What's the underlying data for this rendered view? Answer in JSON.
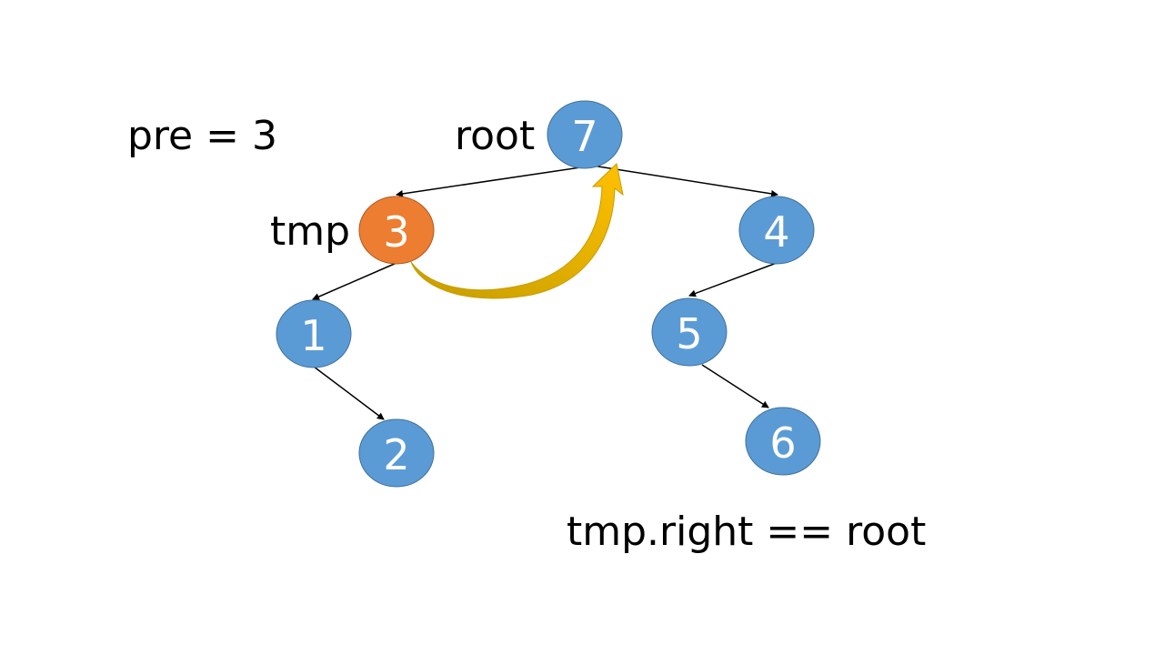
{
  "labels": {
    "pre": "pre = 3",
    "root": "root",
    "tmp": "tmp",
    "condition": "tmp.right == root"
  },
  "colors": {
    "node_fill": "#5b9bd5",
    "highlight_fill": "#ed7d31",
    "arrow_fill": "#ffc000",
    "arrow_shadow": "#c59d00"
  },
  "nodes": [
    {
      "id": "n7",
      "label": "7",
      "highlight": false
    },
    {
      "id": "n3",
      "label": "3",
      "highlight": true
    },
    {
      "id": "n4",
      "label": "4",
      "highlight": false
    },
    {
      "id": "n1",
      "label": "1",
      "highlight": false
    },
    {
      "id": "n5",
      "label": "5",
      "highlight": false
    },
    {
      "id": "n2",
      "label": "2",
      "highlight": false
    },
    {
      "id": "n6",
      "label": "6",
      "highlight": false
    }
  ],
  "edges": [
    {
      "from": "n7",
      "to": "n3"
    },
    {
      "from": "n7",
      "to": "n4"
    },
    {
      "from": "n3",
      "to": "n1"
    },
    {
      "from": "n1",
      "to": "n2"
    },
    {
      "from": "n4",
      "to": "n5"
    },
    {
      "from": "n5",
      "to": "n6"
    }
  ],
  "pointer": {
    "from": "n3",
    "to": "n7"
  }
}
